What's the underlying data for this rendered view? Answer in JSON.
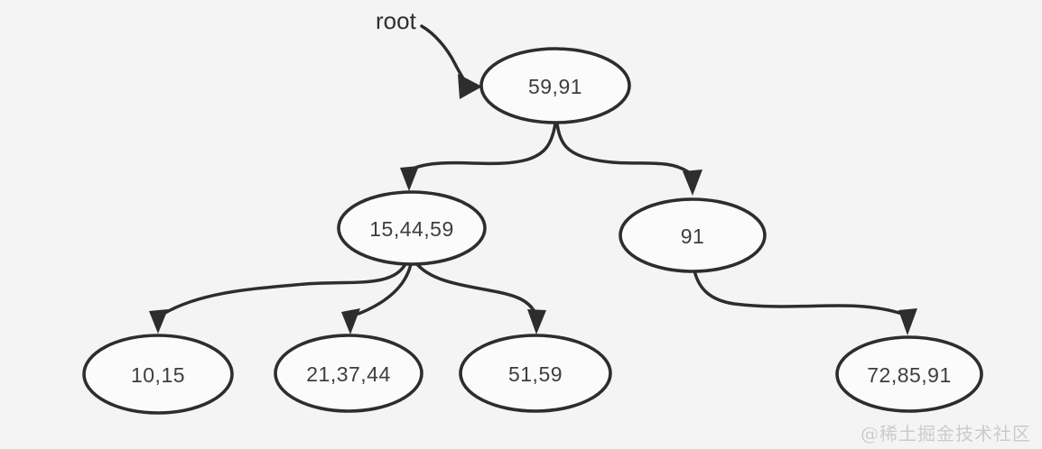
{
  "page": {
    "background": "#f5f4f5"
  },
  "diagram": {
    "type": "b-tree",
    "pointer_label": "root",
    "nodes": [
      {
        "id": "node-59-91",
        "label": "59,91",
        "level": 0,
        "children": [
          "15,44,59",
          "91"
        ]
      },
      {
        "id": "node-15-44-59",
        "label": "15,44,59",
        "level": 1,
        "children": [
          "10,15",
          "21,37,44",
          "51,59"
        ]
      },
      {
        "id": "node-91",
        "label": "91",
        "level": 1,
        "children": [
          "72,85,91"
        ]
      },
      {
        "id": "node-10-15",
        "label": "10,15",
        "level": 2,
        "children": []
      },
      {
        "id": "node-21-37-44",
        "label": "21,37,44",
        "level": 2,
        "children": []
      },
      {
        "id": "node-51-59",
        "label": "51,59",
        "level": 2,
        "children": []
      },
      {
        "id": "node-72-85-91",
        "label": "72,85,91",
        "level": 2,
        "children": []
      }
    ],
    "edges": [
      {
        "from": "59,91",
        "to": "15,44,59"
      },
      {
        "from": "59,91",
        "to": "91"
      },
      {
        "from": "15,44,59",
        "to": "10,15"
      },
      {
        "from": "15,44,59",
        "to": "21,37,44"
      },
      {
        "from": "15,44,59",
        "to": "51,59"
      },
      {
        "from": "91",
        "to": "72,85,91"
      }
    ],
    "colors": {
      "node_fill": "#fcfbfc",
      "node_stroke": "#2d2d2d",
      "edge": "#2d2d2d",
      "text": "#3e3e3e"
    }
  },
  "watermark": {
    "text": "@稀土掘金技术社区",
    "color": "#cbcbcb"
  }
}
